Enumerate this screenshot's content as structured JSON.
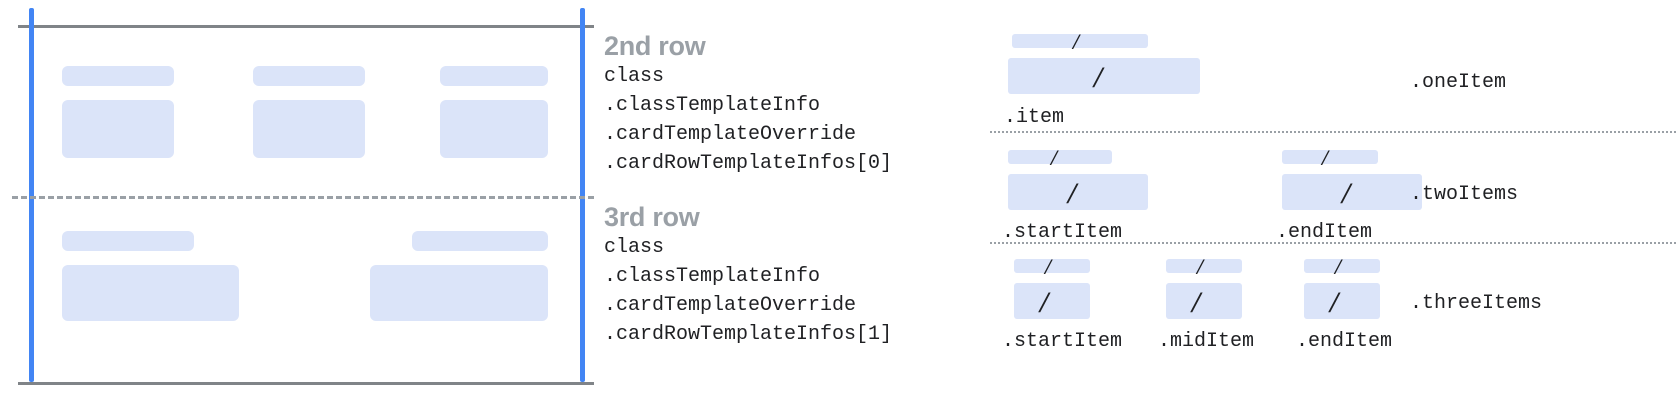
{
  "colors": {
    "placeholder_block": "#dbe4f9",
    "guide_blue": "#4285f4",
    "rule_gray": "#808488",
    "dash_gray": "#9aa0a6",
    "heading_gray": "#9aa0a6",
    "code_text": "#202124"
  },
  "left_panel": {
    "name": "card-row-template-preview",
    "rows": [
      {
        "name": "second-row-preview",
        "columns": [
          {
            "label_bar": true,
            "content_bar": true
          },
          {
            "label_bar": true,
            "content_bar": true
          },
          {
            "label_bar": true,
            "content_bar": true
          }
        ]
      },
      {
        "name": "third-row-preview",
        "columns": [
          {
            "label_bar": true,
            "content_bar": true
          },
          {
            "label_bar": true,
            "content_bar": true
          }
        ]
      }
    ]
  },
  "rows": [
    {
      "title": "2nd row",
      "code": [
        "class",
        ".classTemplateInfo",
        ".cardTemplateOverride",
        ".cardRowTemplateInfos[0]"
      ]
    },
    {
      "title": "3rd row",
      "code": [
        "class",
        ".classTemplateInfo",
        ".cardTemplateOverride",
        ".cardRowTemplateInfos[1]"
      ]
    }
  ],
  "variants": [
    {
      "band_label": ".oneItem",
      "slash_glyph": "/",
      "items": [
        {
          "label": ".item"
        }
      ]
    },
    {
      "band_label": ".twoItems",
      "slash_glyph": "/",
      "items": [
        {
          "label": ".startItem"
        },
        {
          "label": ".endItem"
        }
      ]
    },
    {
      "band_label": ".threeItems",
      "slash_glyph": "/",
      "items": [
        {
          "label": ".startItem"
        },
        {
          "label": ".midItem"
        },
        {
          "label": ".endItem"
        }
      ]
    }
  ]
}
